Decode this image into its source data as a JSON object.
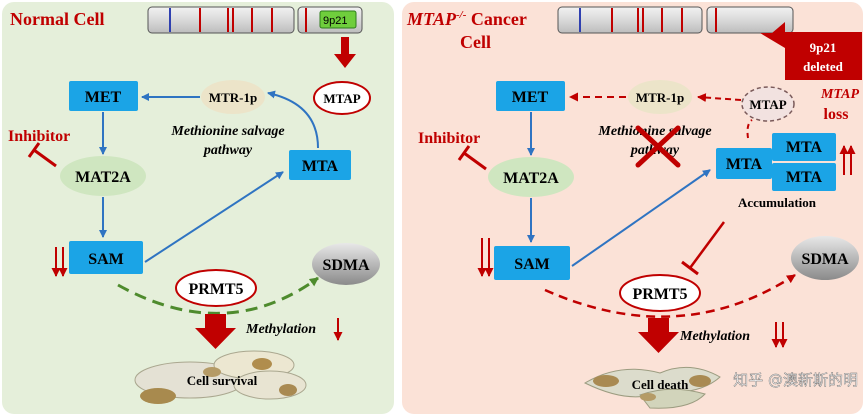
{
  "colors": {
    "left_panel": "#e5efda",
    "right_panel": "#fbe2d7",
    "box_blue": "#1ba4e6",
    "arrow_blue": "#2f74c2",
    "dark_red": "#c00000",
    "ellipse_green": "#cfe6c0",
    "ellipse_beige": "#ece4c9",
    "dashed_green": "#4e8b2d"
  },
  "left": {
    "title": "Normal Cell",
    "chromosome_label": "9p21",
    "nodes": {
      "met": "MET",
      "mtr1p": "MTR-1p",
      "mtap": "MTAP",
      "mat2a": "MAT2A",
      "mta": "MTA",
      "sam": "SAM",
      "prmt5": "PRMT5",
      "sdma": "SDMA"
    },
    "inhibitor": "Inhibitor",
    "pathway_line1": "Methionine salvage",
    "pathway_line2": "pathway",
    "methylation": "Methylation",
    "outcome": "Cell survival"
  },
  "right": {
    "title_gene": "MTAP",
    "title_sup": "-/-",
    "title_rest": " Cancer",
    "title_line2": "Cell",
    "deleted_line1": "9p21",
    "deleted_line2": "deleted",
    "nodes": {
      "met": "MET",
      "mtr1p": "MTR-1p",
      "mtap": "MTAP",
      "mat2a": "MAT2A",
      "mta": "MTA",
      "mta_stack_1": "MTA",
      "mta_stack_2": "MTA",
      "sam": "SAM",
      "prmt5": "PRMT5",
      "sdma": "SDMA"
    },
    "inhibitor": "Inhibitor",
    "mtap_loss_1": "MTAP",
    "mtap_loss_2": "loss",
    "pathway_line1": "Methionine salvage",
    "pathway_line2": "pathway",
    "accumulation": "Accumulation",
    "methylation": "Methylation",
    "outcome": "Cell death"
  },
  "watermark": "知乎 @澳新斯的明"
}
